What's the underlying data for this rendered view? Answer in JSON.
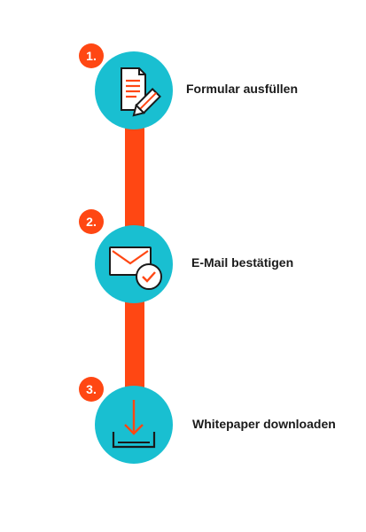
{
  "colors": {
    "circle": "#19bfd1",
    "accent": "#ff4713",
    "icon_outline": "#1a1a1a",
    "label_text": "#1a1a1a"
  },
  "steps": [
    {
      "number": "1.",
      "label": "Formular ausfüllen",
      "icon": "document-pencil-icon"
    },
    {
      "number": "2.",
      "label": "E-Mail bestätigen",
      "icon": "email-check-icon"
    },
    {
      "number": "3.",
      "label": "Whitepaper downloaden",
      "icon": "download-tray-icon"
    }
  ]
}
